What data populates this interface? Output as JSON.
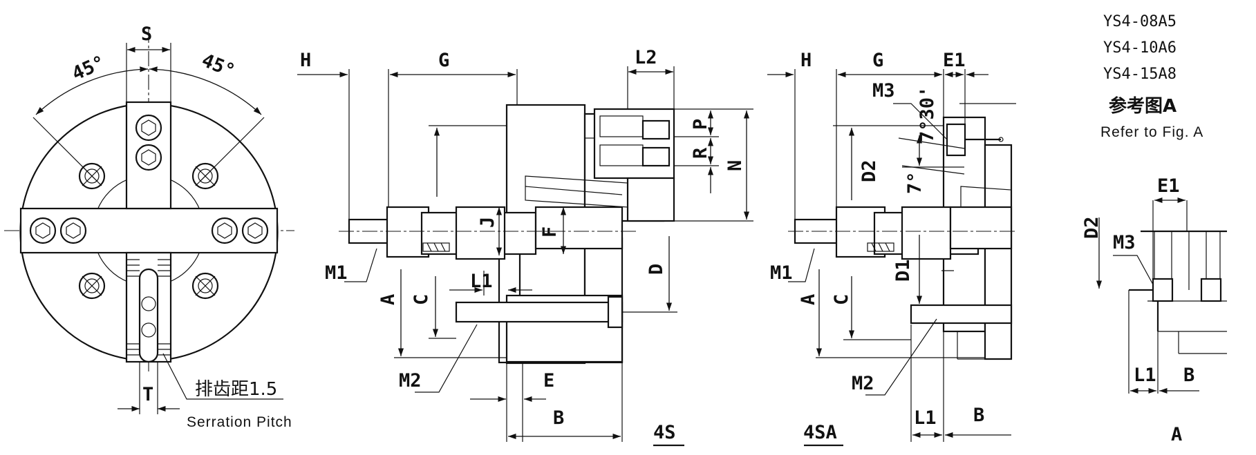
{
  "front_view": {
    "angles": [
      "45°",
      "45°"
    ],
    "dims": {
      "s": "S",
      "t": "T"
    },
    "serration_cn": "排齿距1.5",
    "serration_en": "Serration Pitch"
  },
  "view_4s": {
    "caption": "4S",
    "dims": {
      "h": "H",
      "g": "G",
      "l2": "L2",
      "p": "P",
      "r": "R",
      "n": "N",
      "j": "J",
      "f": "F",
      "m1": "M1",
      "m2": "M2",
      "l1": "L1",
      "a": "A",
      "c": "C",
      "d": "D",
      "e": "E",
      "b": "B"
    }
  },
  "view_4sa": {
    "caption": "4SA",
    "dims": {
      "h": "H",
      "g": "G",
      "e1": "E1",
      "m3": "M3",
      "d2": "D2",
      "angle1": "7°30'",
      "angle2": "7°",
      "d1": "D1",
      "m1": "M1",
      "m2": "M2",
      "a": "A",
      "c": "C",
      "l1": "L1",
      "b": "B"
    }
  },
  "models": [
    "YS4-08A5",
    "YS4-10A6",
    "YS4-15A8"
  ],
  "reference": {
    "cn": "参考图A",
    "en": "Refer to Fig. A"
  },
  "fig_a": {
    "caption": "A",
    "dims": {
      "e1": "E1",
      "d2": "D2",
      "m3": "M3",
      "l1": "L1",
      "b": "B"
    }
  }
}
